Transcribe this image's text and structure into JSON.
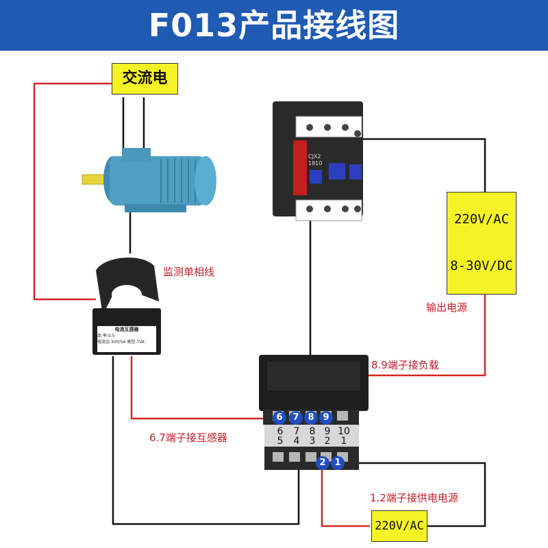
{
  "title": "F013产品接线图",
  "ac_label": "交流电",
  "power_box": {
    "line1": "220V/AC",
    "line2": "8-30V/DC"
  },
  "supply_box": "220V/AC",
  "labels": {
    "monitor": "监测单相线",
    "output": "输出电源",
    "load": "8.9端子接负载",
    "transformer": "6.7端子接互感器",
    "supply": "1.2端子接供电电源"
  },
  "ct_label": {
    "name": "电流互感器",
    "spec1": "品 率:0.5",
    "spec2": "电流比:300/5A 类型:7VA"
  },
  "contactor_text": {
    "model": "CJX2",
    "part": "1810"
  },
  "terminals_top": [
    "6",
    "7",
    "8",
    "9"
  ],
  "terminals_bottom": [
    "2",
    "1"
  ],
  "terminal_rows": {
    "upper": [
      "6",
      "7",
      "8",
      "9",
      "10"
    ],
    "lower": [
      "5",
      "4",
      "3",
      "2",
      "1"
    ]
  },
  "colors": {
    "banner": "#1f5ab3",
    "box": "#f5f226",
    "red_wire": "#d42424",
    "black_wire": "#111111",
    "motor": "#4e9fc2",
    "terminal": "#1f4fbf"
  }
}
